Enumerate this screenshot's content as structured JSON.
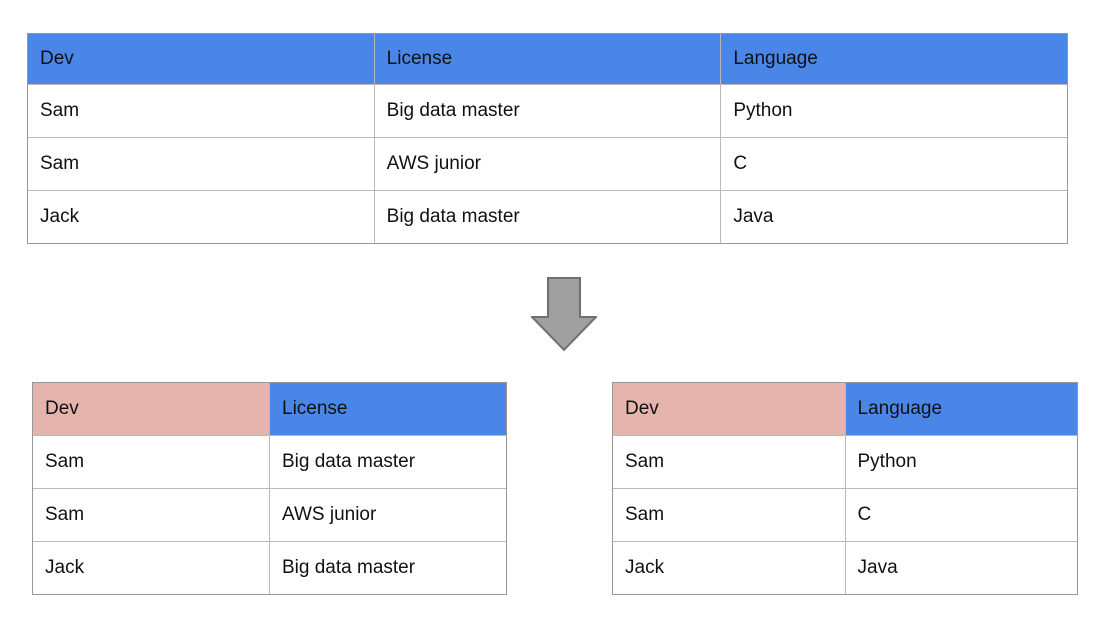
{
  "colors": {
    "header_blue": "#4a86e8",
    "header_pink": "#e5b4ac",
    "arrow_fill": "#a0a0a0",
    "arrow_stroke": "#707070",
    "table_border": "#b9b9b9",
    "text": "#111111",
    "background": "#ffffff"
  },
  "source_table": {
    "columns": [
      "Dev",
      "License",
      "Language"
    ],
    "header_colors": [
      "blue",
      "blue",
      "blue"
    ],
    "rows": [
      [
        "Sam",
        "Big data master",
        "Python"
      ],
      [
        "Sam",
        "AWS junior",
        "C"
      ],
      [
        "Jack",
        "Big data master",
        "Java"
      ]
    ]
  },
  "arrow": {
    "icon": "down-arrow-icon",
    "direction": "down"
  },
  "result_tables": [
    {
      "columns": [
        "Dev",
        "License"
      ],
      "header_colors": [
        "pink",
        "blue"
      ],
      "rows": [
        [
          "Sam",
          "Big data master"
        ],
        [
          "Sam",
          "AWS junior"
        ],
        [
          "Jack",
          "Big data master"
        ]
      ]
    },
    {
      "columns": [
        "Dev",
        "Language"
      ],
      "header_colors": [
        "pink",
        "blue"
      ],
      "rows": [
        [
          "Sam",
          "Python"
        ],
        [
          "Sam",
          "C"
        ],
        [
          "Jack",
          "Java"
        ]
      ]
    }
  ]
}
